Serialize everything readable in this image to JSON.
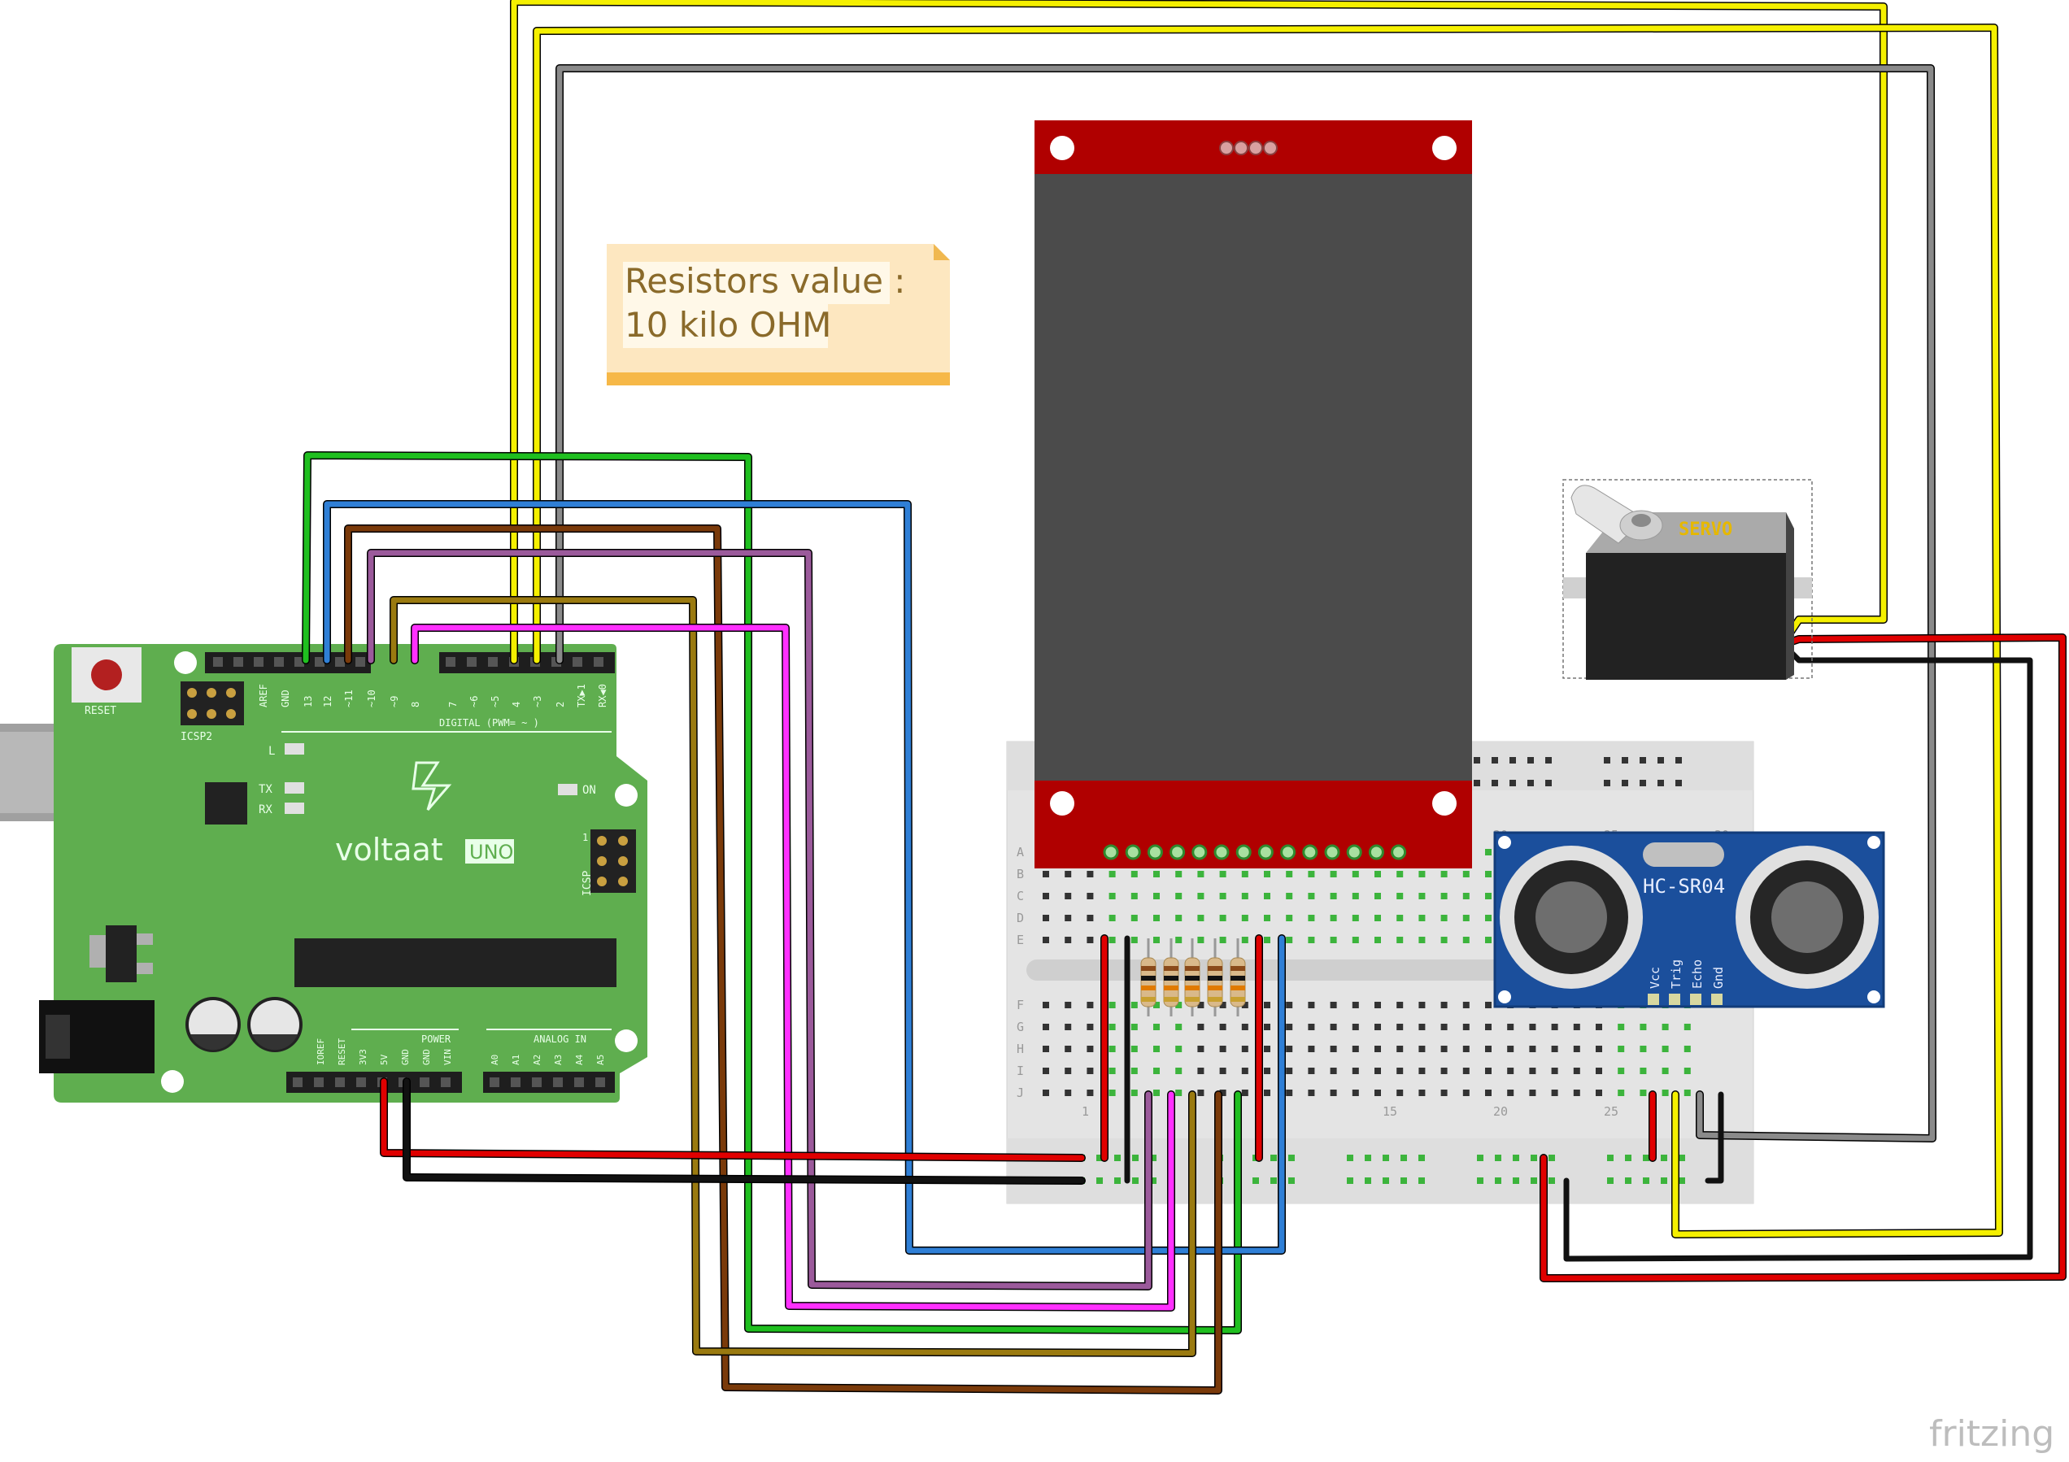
{
  "note": {
    "line1": "Resistors value :",
    "line2": "10 kilo OHM"
  },
  "arduino": {
    "brand": "voltaat",
    "model": "UNO",
    "reset_label": "RESET",
    "icsp2_label": "ICSP2",
    "icsp_label": "ICSP",
    "aref_label": "AREF",
    "gnd_label": "GND",
    "digital_label": "DIGITAL (PWM= ~ )",
    "digital_pins": [
      "13",
      "12",
      "~11",
      "~10",
      "~9",
      "8",
      "7",
      "~6",
      "~5",
      "4",
      "~3",
      "2",
      "TX▶1",
      "RX◀0"
    ],
    "l_label": "L",
    "tx_label": "TX",
    "rx_label": "RX",
    "on_label": "ON",
    "power_label": "POWER",
    "analog_label": "ANALOG IN",
    "power_pins": [
      "IOREF",
      "RESET",
      "3V3",
      "5V",
      "GND",
      "GND",
      "VIN"
    ],
    "analog_pins": [
      "A0",
      "A1",
      "A2",
      "A3",
      "A4",
      "A5"
    ]
  },
  "servo": {
    "label": "SERVO"
  },
  "sensor": {
    "label": "HC-SR04",
    "pins": [
      "Vcc",
      "Trig",
      "Echo",
      "Gnd"
    ]
  },
  "breadboard": {
    "rows_top": [
      "A",
      "B",
      "C",
      "D",
      "E"
    ],
    "rows_bottom": [
      "F",
      "G",
      "H",
      "I",
      "J"
    ],
    "col_labels": [
      "1",
      "15",
      "20",
      "25"
    ],
    "col_labels_top": [
      "20",
      "25",
      "30"
    ]
  },
  "watermark": "fritzing",
  "colors": {
    "arduino_green": "#5fae4f",
    "lcd_red": "#b00000",
    "lcd_screen": "#4b4b4b",
    "sensor_blue": "#1b4f9c",
    "wire_yellow": "#f5f000",
    "wire_gray": "#888888",
    "wire_green": "#1fbf1f",
    "wire_blue": "#2f7fd6",
    "wire_brown": "#7a3a0a",
    "wire_purple": "#9b5a9b",
    "wire_olive": "#9a7a10",
    "wire_magenta": "#ff30ff",
    "wire_red": "#e00000",
    "wire_black": "#111111",
    "note_bg": "#fde7c0"
  }
}
